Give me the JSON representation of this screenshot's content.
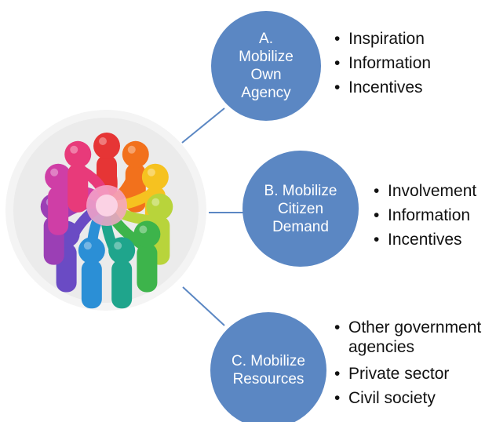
{
  "colors": {
    "circle_fill": "#5b87c3",
    "connector_line": "#5b87c3",
    "circle_text": "#ffffff",
    "bullet_text": "#111111"
  },
  "illustration": {
    "icon": "team-huddle-rainbow-figures-icon",
    "figure_colors": [
      "#e63535",
      "#f2711c",
      "#f6c220",
      "#b8d43b",
      "#3db44b",
      "#1fa58c",
      "#2b8fd6",
      "#6a4bc4",
      "#9b3fb5",
      "#cf3ea6",
      "#e83a7a"
    ]
  },
  "diagram": {
    "nodes": [
      {
        "id": "A",
        "label": "A.\nMobilize\nOwn\nAgency",
        "bullets": [
          "Inspiration",
          "Information",
          "Incentives"
        ]
      },
      {
        "id": "B",
        "label": "B. Mobilize\nCitizen\nDemand",
        "bullets": [
          "Involvement",
          "Information",
          "Incentives"
        ]
      },
      {
        "id": "C",
        "label": "C. Mobilize\nResources",
        "bullets": [
          "Other government\nagencies",
          "Private sector",
          "Civil society"
        ]
      }
    ],
    "bullet_symbol": "•"
  }
}
